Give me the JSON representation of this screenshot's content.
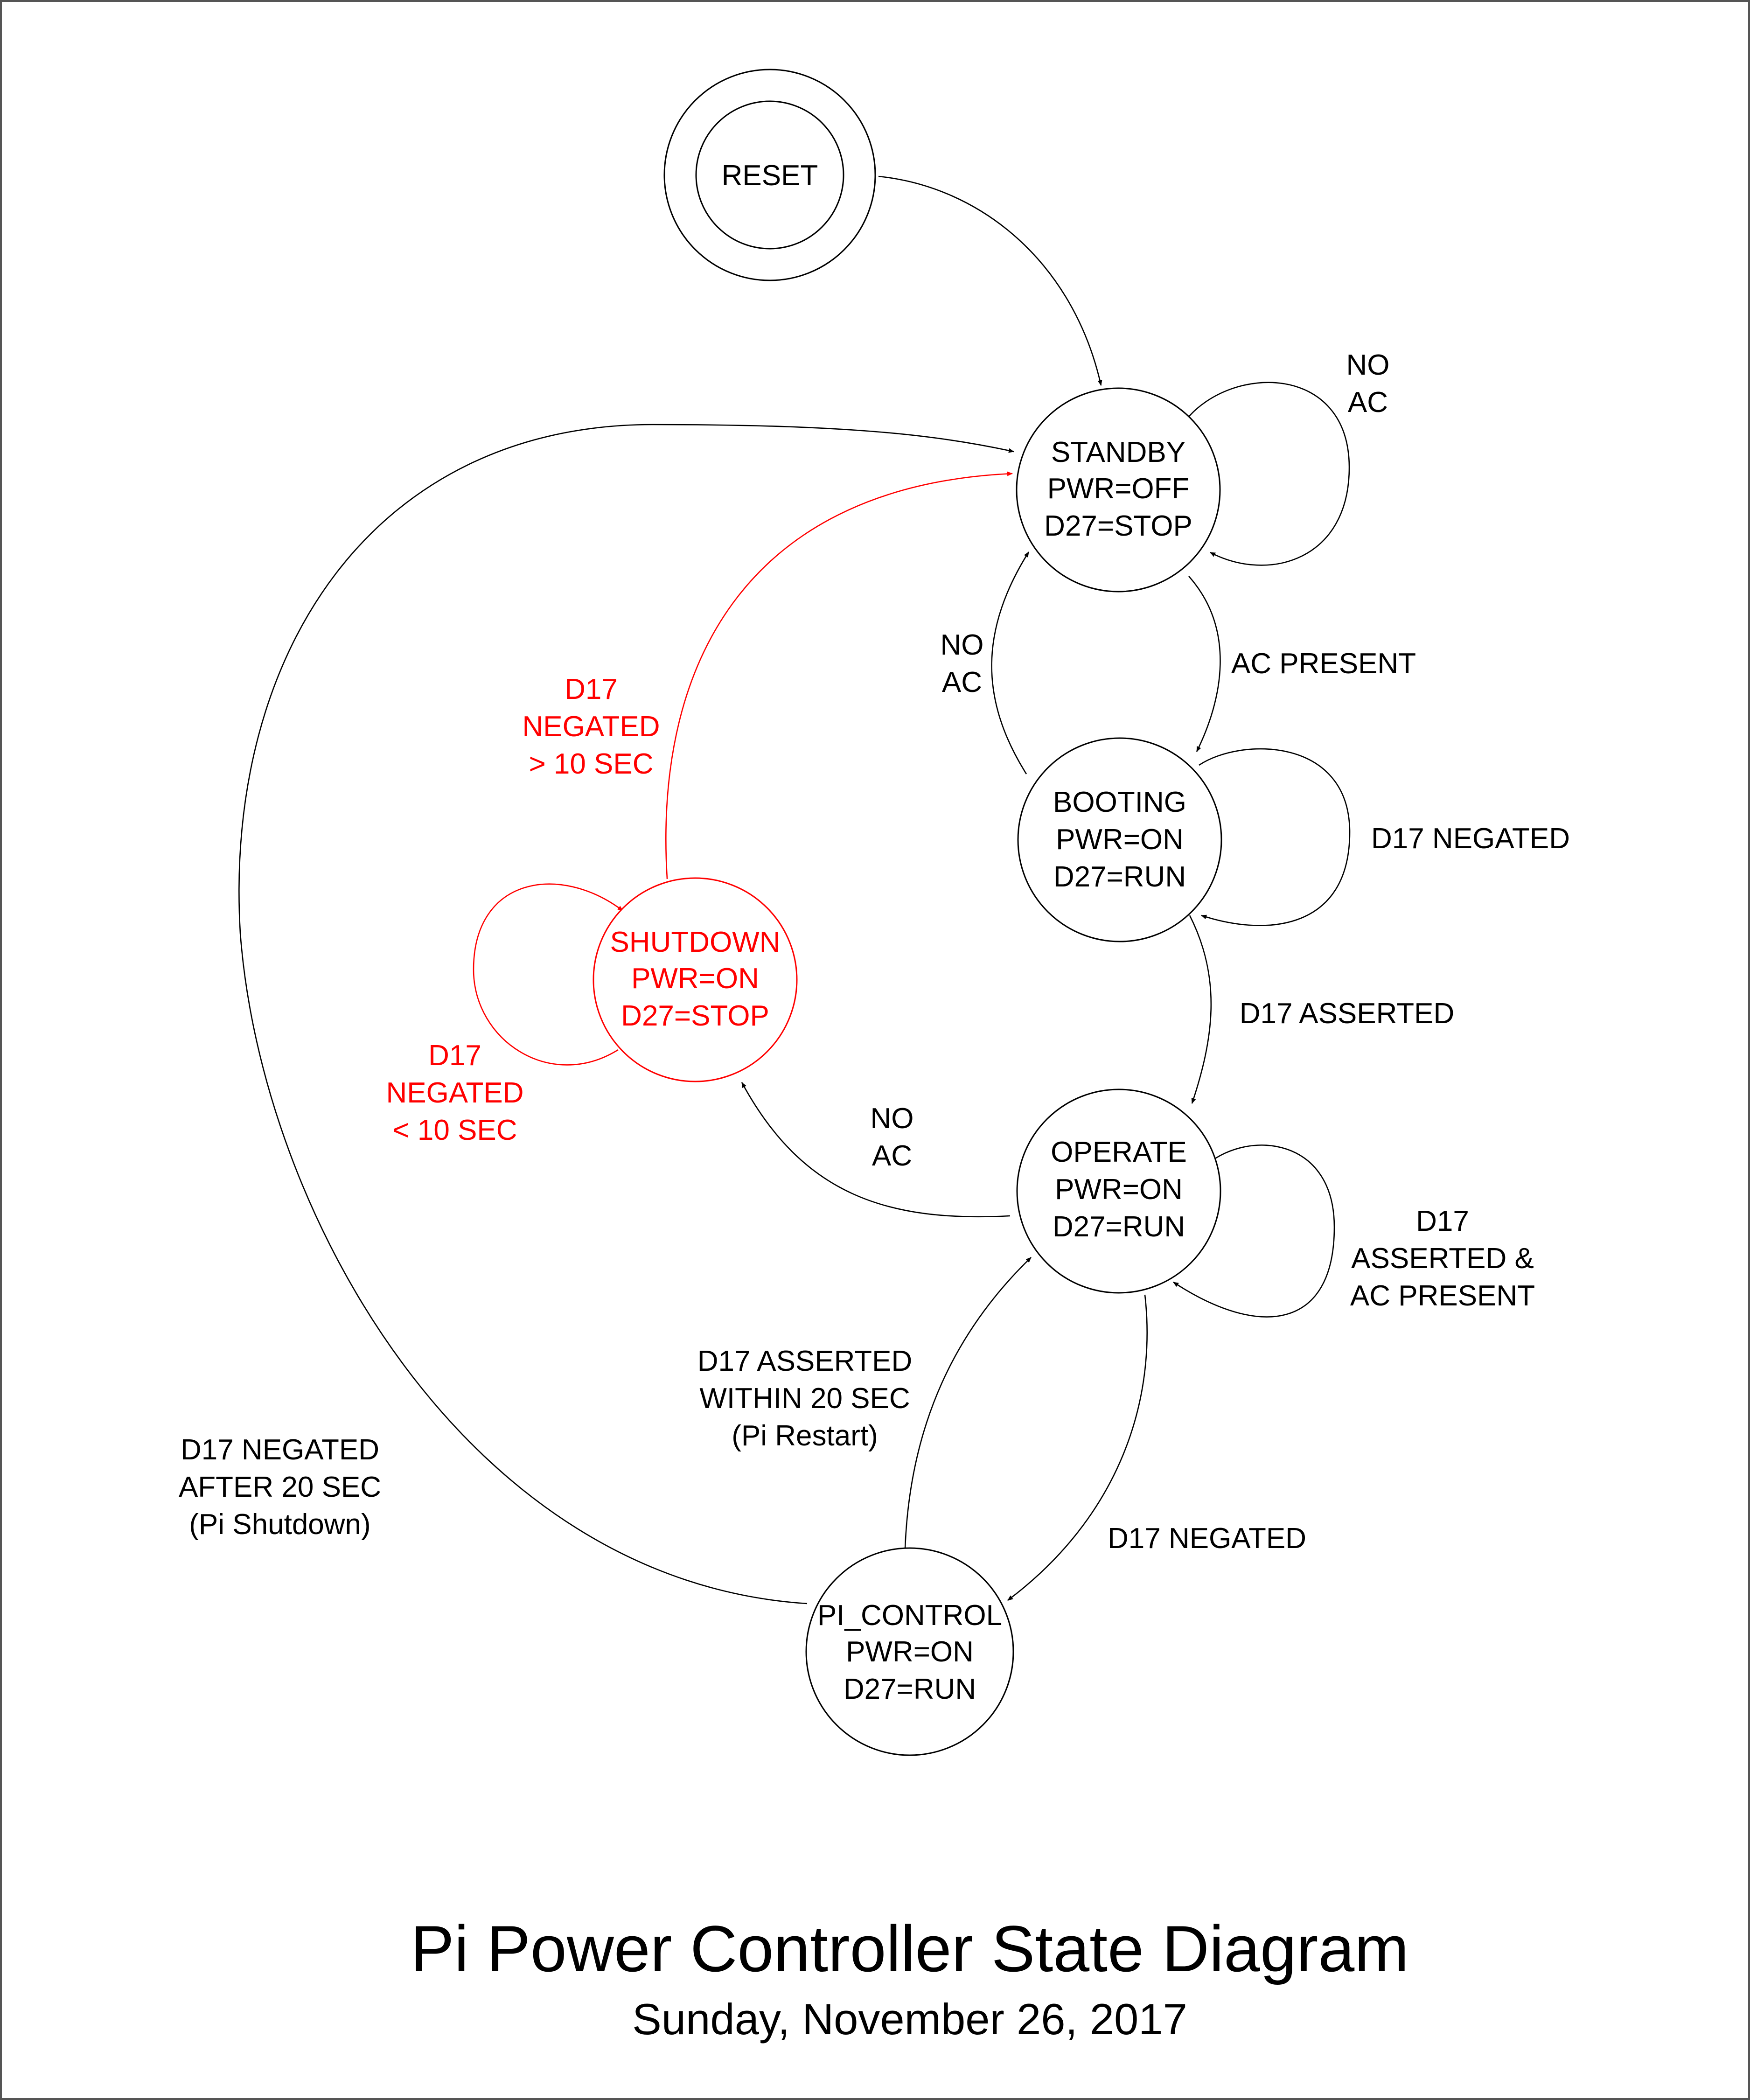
{
  "diagram": {
    "title": "Pi Power Controller State Diagram",
    "subtitle": "Sunday, November 26, 2017",
    "colors": {
      "normal": "#000000",
      "shutdown_path": "#ff0000"
    },
    "states": {
      "reset": {
        "line1": "RESET"
      },
      "standby": {
        "line1": "STANDBY",
        "line2": "PWR=OFF",
        "line3": "D27=STOP"
      },
      "booting": {
        "line1": "BOOTING",
        "line2": "PWR=ON",
        "line3": "D27=RUN"
      },
      "operate": {
        "line1": "OPERATE",
        "line2": "PWR=ON",
        "line3": "D27=RUN"
      },
      "shutdown": {
        "line1": "SHUTDOWN",
        "line2": "PWR=ON",
        "line3": "D27=STOP"
      },
      "pi_control": {
        "line1": "PI_CONTROL",
        "line2": "PWR=ON",
        "line3": "D27=RUN"
      }
    },
    "transitions": {
      "standby_self": {
        "line1": "NO",
        "line2": "AC"
      },
      "booting_to_standby": {
        "line1": "NO",
        "line2": "AC"
      },
      "standby_to_booting": {
        "line1": "AC PRESENT"
      },
      "booting_self": {
        "line1": "D17 NEGATED"
      },
      "booting_to_operate": {
        "line1": "D17 ASSERTED"
      },
      "operate_to_shutdown": {
        "line1": "NO",
        "line2": "AC"
      },
      "operate_self": {
        "line1": "D17",
        "line2": "ASSERTED &",
        "line3": "AC PRESENT"
      },
      "shutdown_to_standby": {
        "line1": "D17",
        "line2": "NEGATED",
        "line3": "> 10 SEC"
      },
      "shutdown_self": {
        "line1": "D17",
        "line2": "NEGATED",
        "line3": "< 10 SEC"
      },
      "picontrol_to_operate": {
        "line1": "D17 ASSERTED",
        "line2": "WITHIN 20 SEC",
        "line3": "(Pi Restart)"
      },
      "operate_to_picontrol": {
        "line1": "D17 NEGATED"
      },
      "picontrol_to_standby": {
        "line1": "D17 NEGATED",
        "line2": "AFTER 20 SEC",
        "line3": "(Pi Shutdown)"
      }
    }
  }
}
